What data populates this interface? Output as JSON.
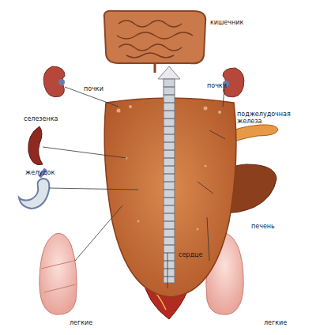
{
  "diagram": {
    "labels": [
      "кишечник",
      "почки",
      "почки",
      "селезенка",
      "поджелудочная железа",
      "желудок",
      "печень",
      "сердце",
      "легкие",
      "легкие"
    ]
  }
}
